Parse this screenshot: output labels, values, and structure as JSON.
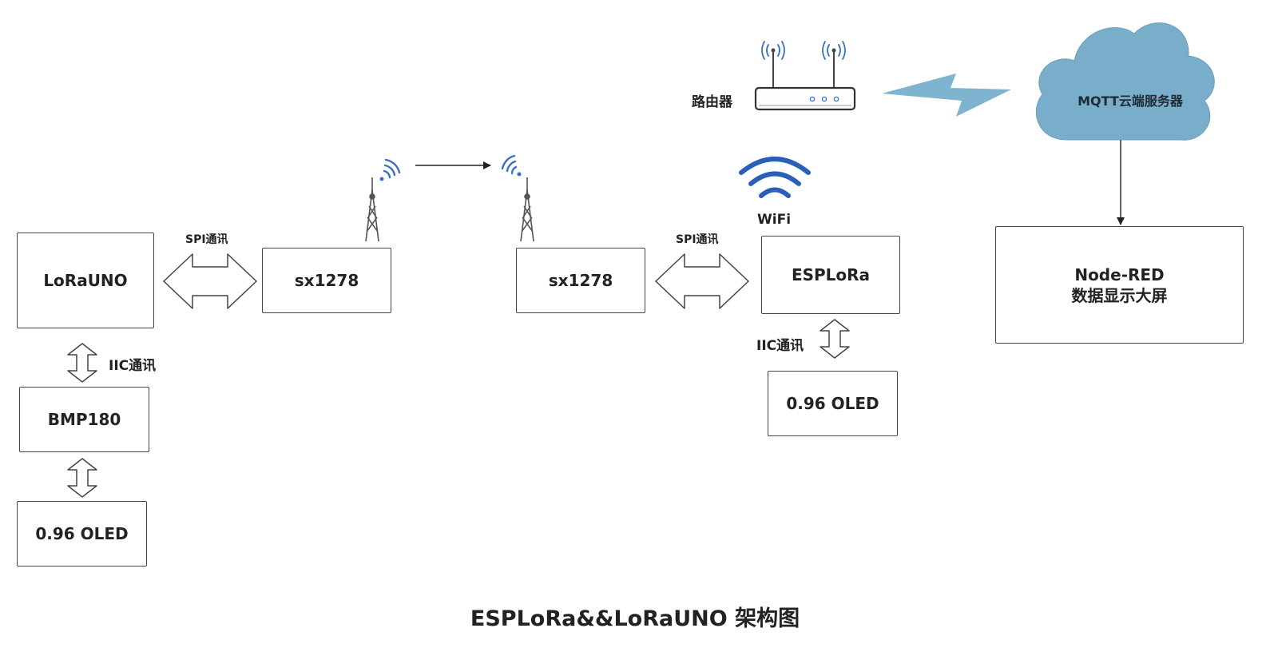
{
  "nodes": {
    "lorauno": "LoRaUNO",
    "bmp180": "BMP180",
    "oled_left": "0.96 OLED",
    "sx1278_left": "sx1278",
    "sx1278_right": "sx1278",
    "esplora": "ESPLoRa",
    "oled_right": "0.96 OLED",
    "nodered_line1": "Node-RED",
    "nodered_line2": "数据显示大屏",
    "cloud": "MQTT云端服务器"
  },
  "labels": {
    "spi_left": "SPI通讯",
    "spi_right": "SPI通讯",
    "iic_left": "IIC通讯",
    "iic_right": "IIC通讯",
    "router": "路由器",
    "wifi": "WiFi"
  },
  "title": "ESPLoRa&&LoRaUNO 架构图",
  "icons": [
    "radio-tower-icon",
    "wireless-signal-icon",
    "router-icon",
    "wifi-icon",
    "cloud-icon",
    "lightning-link-icon"
  ],
  "colors": {
    "cloud": "#79aecb",
    "lightning": "#7fb4d0",
    "wifi": "#2a5fb8",
    "signal": "#3a6fc4",
    "router_leds": "#4a7bd0"
  }
}
